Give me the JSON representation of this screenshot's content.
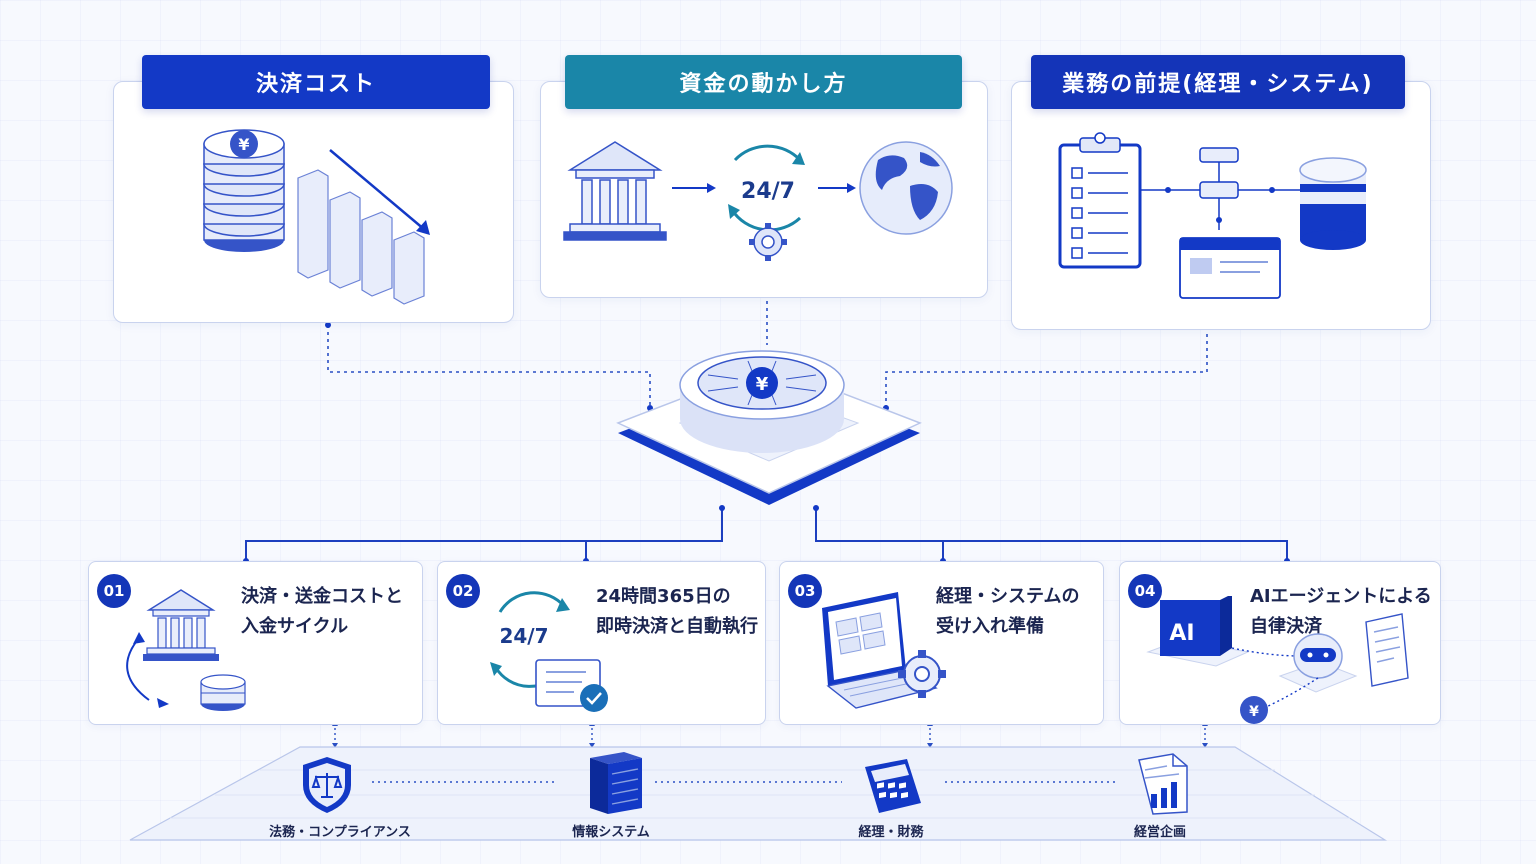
{
  "top_sections": [
    {
      "title": "決済コスト",
      "icon": "yen-coins-decline-icon"
    },
    {
      "title": "資金の動かし方",
      "icon": "bank-247-globe-icon",
      "cycle_label": "24/7"
    },
    {
      "title": "業務の前提(経理・システム)",
      "icon": "checklist-flow-database-icon"
    }
  ],
  "hub": {
    "symbol": "¥",
    "icon": "yen-chip-platform-icon"
  },
  "cards": [
    {
      "number": "01",
      "title_line1": "決済・送金コストと",
      "title_line2": "入金サイクル",
      "icon": "bank-coin-cycle-icon"
    },
    {
      "number": "02",
      "title_line1": "24時間365日の",
      "title_line2": "即時決済と自動執行",
      "icon": "clock-247-document-check-icon",
      "cycle_label": "24/7"
    },
    {
      "number": "03",
      "title_line1": "経理・システムの",
      "title_line2": "受け入れ準備",
      "icon": "laptop-gear-icon"
    },
    {
      "number": "04",
      "title_line1": "AIエージェントによる",
      "title_line2": "自律決済",
      "icon": "ai-agent-robot-icon",
      "ai_label": "AI",
      "yen_symbol": "¥"
    }
  ],
  "departments": [
    {
      "label": "法務・コンプライアンス",
      "icon": "shield-scale-icon"
    },
    {
      "label": "情報システム",
      "icon": "server-icon"
    },
    {
      "label": "経理・財務",
      "icon": "calculator-icon"
    },
    {
      "label": "経営企画",
      "icon": "report-chart-icon"
    }
  ],
  "colors": {
    "primary": "#1339c6",
    "teal": "#1a86a8",
    "navy": "#1434b8",
    "line": "#2a4fc4",
    "light": "#c9d3ee"
  }
}
